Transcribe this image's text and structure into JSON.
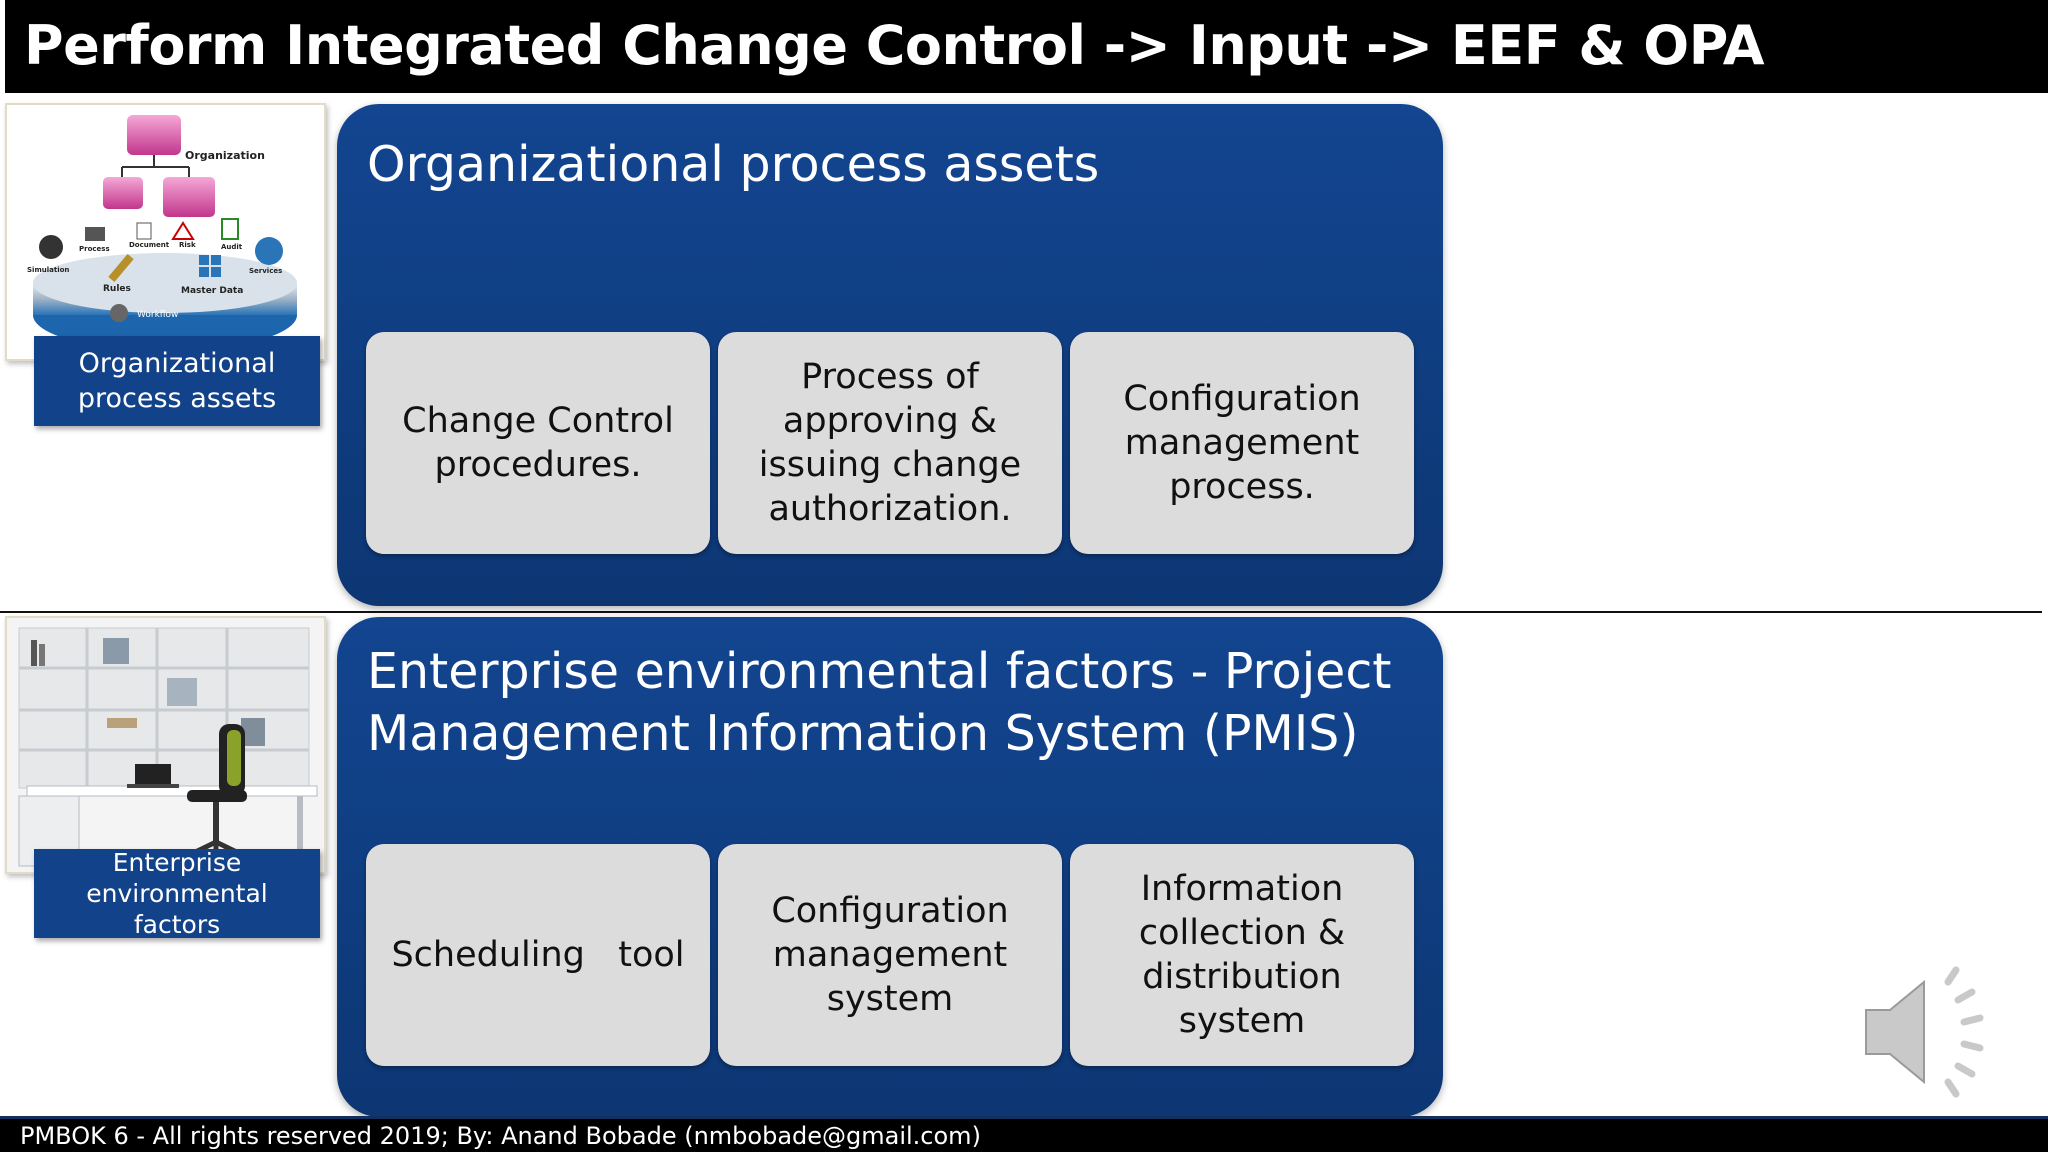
{
  "slide": {
    "title": "Perform Integrated Change Control -> Input -> EEF & OPA",
    "footer": "PMBOK 6 - All rights reserved 2019; By: Anand Bobade (nmbobade@gmail.com)"
  },
  "opa": {
    "thumbnail": {
      "label": "Organizational process assets",
      "diagram": {
        "top": "Organization",
        "items": [
          "Process",
          "Document",
          "Risk",
          "Audit",
          "Simulation",
          "Services",
          "Rules",
          "Master Data",
          "Workflow"
        ]
      }
    },
    "panel_title": "Organizational process assets",
    "cards": [
      "Change Control procedures.",
      "Process of approving & issuing change authorization.",
      "Configuration management process."
    ]
  },
  "eef": {
    "thumbnail": {
      "label": "Enterprise environmental factors"
    },
    "panel_title": "Enterprise environmental factors - Project Management Information System (PMIS)",
    "cards": [
      "Scheduling   tool",
      "Configuration management system",
      "Information collection & distribution system"
    ]
  },
  "icons": {
    "speaker": "speaker-icon",
    "office": "office-furniture-image"
  },
  "colors": {
    "panel_blue": "#12438a",
    "card_gray": "#dcdcdc",
    "title_bar": "#000000"
  }
}
